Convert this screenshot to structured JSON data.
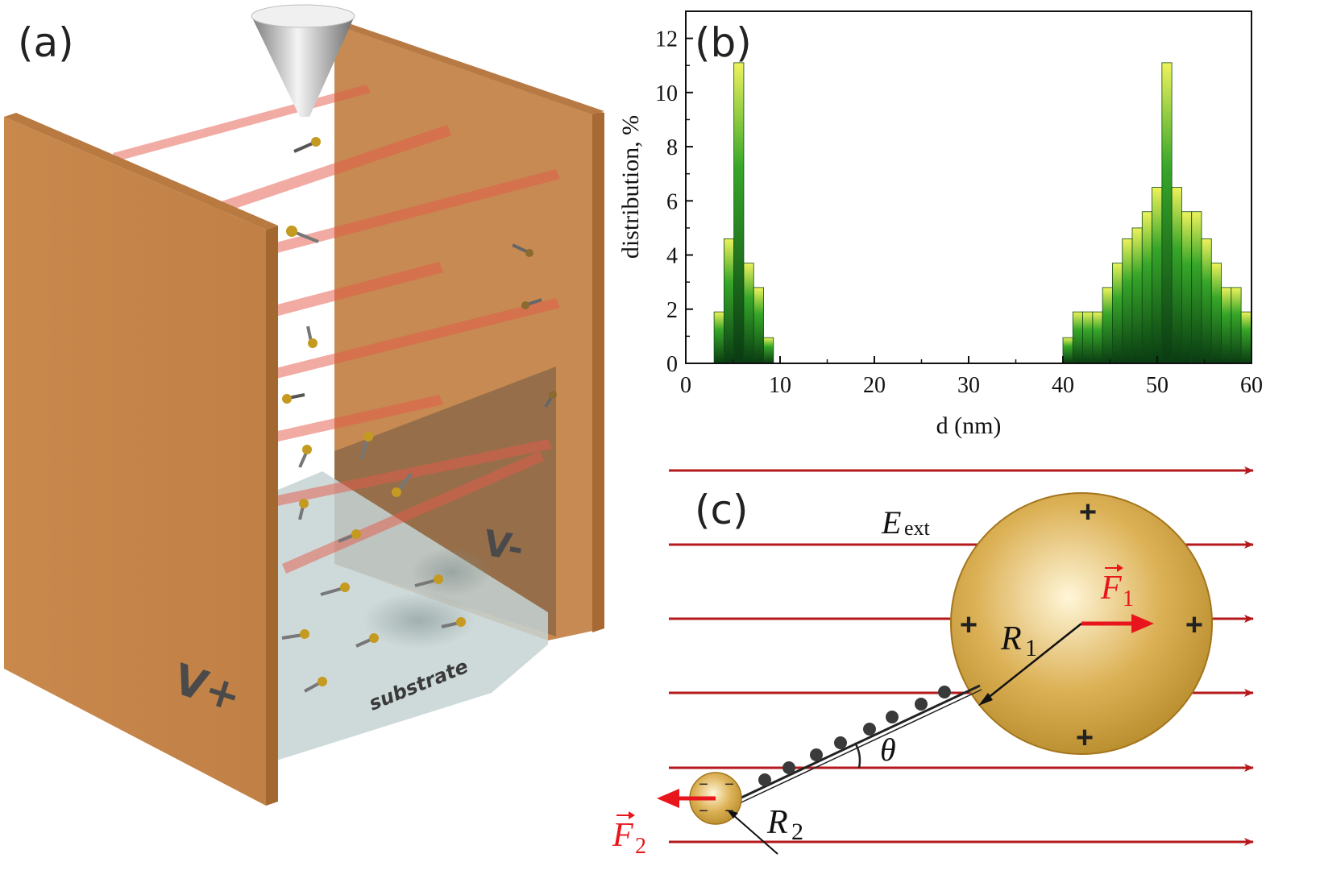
{
  "panels": {
    "a": {
      "label": "(a)",
      "plate_positive": "V+",
      "plate_negative": "V-",
      "substrate": "substrate"
    },
    "b": {
      "label": "(b)"
    },
    "c": {
      "label": "(c)",
      "field_symbol": "E",
      "field_subscript": "ext",
      "r1_symbol": "R",
      "r1_subscript": "1",
      "r2_symbol": "R",
      "r2_subscript": "2",
      "f1_symbol": "F",
      "f1_subscript": "1",
      "f2_symbol": "F",
      "f2_subscript": "2",
      "angle_symbol": "θ",
      "plus_sign": "+",
      "minus_sign": "−"
    }
  },
  "colors": {
    "plate": "#c8874a",
    "field_line": "#b5191c",
    "force_arrow": "#e8161c",
    "bar_top": "#e8f05a",
    "bar_bottom": "#0a3a12",
    "gold": "#d9a93a"
  },
  "chart_data": {
    "type": "bar",
    "xlabel": "d (nm)",
    "ylabel": "distribution, %",
    "xlim": [
      0,
      60
    ],
    "ylim": [
      0,
      13
    ],
    "xticks": [
      0,
      10,
      20,
      30,
      40,
      50,
      60
    ],
    "yticks": [
      0,
      2,
      4,
      6,
      8,
      10,
      12
    ],
    "bin_width": 1.05,
    "bins": [
      {
        "x": 3.0,
        "value": 1.9
      },
      {
        "x": 4.05,
        "value": 4.6
      },
      {
        "x": 5.1,
        "value": 11.1
      },
      {
        "x": 6.15,
        "value": 3.7
      },
      {
        "x": 7.2,
        "value": 2.8
      },
      {
        "x": 8.25,
        "value": 0.95
      },
      {
        "x": 40.0,
        "value": 0.95
      },
      {
        "x": 41.05,
        "value": 1.9
      },
      {
        "x": 42.1,
        "value": 1.9
      },
      {
        "x": 43.15,
        "value": 1.9
      },
      {
        "x": 44.2,
        "value": 2.8
      },
      {
        "x": 45.25,
        "value": 3.7
      },
      {
        "x": 46.3,
        "value": 4.6
      },
      {
        "x": 47.35,
        "value": 5.0
      },
      {
        "x": 48.4,
        "value": 5.6
      },
      {
        "x": 49.45,
        "value": 6.5
      },
      {
        "x": 50.5,
        "value": 11.1
      },
      {
        "x": 51.55,
        "value": 6.5
      },
      {
        "x": 52.6,
        "value": 5.6
      },
      {
        "x": 53.65,
        "value": 5.6
      },
      {
        "x": 54.7,
        "value": 4.6
      },
      {
        "x": 55.75,
        "value": 3.7
      },
      {
        "x": 56.8,
        "value": 2.8
      },
      {
        "x": 57.85,
        "value": 2.8
      },
      {
        "x": 58.9,
        "value": 1.9
      }
    ]
  }
}
